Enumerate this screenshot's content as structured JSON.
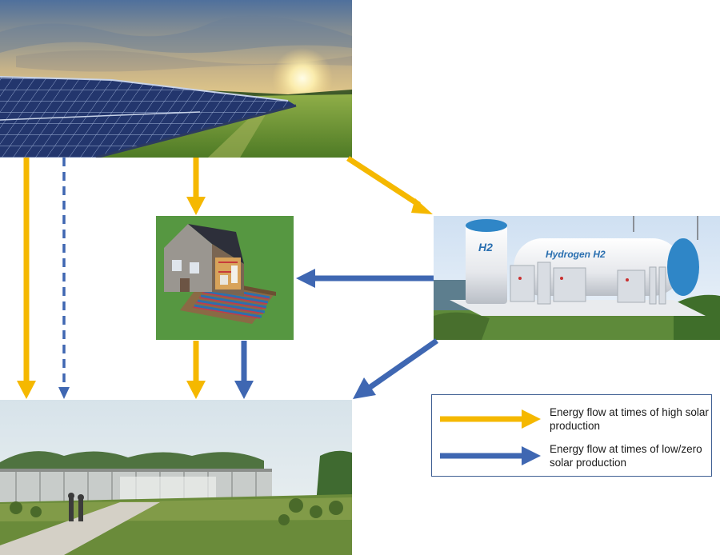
{
  "colors": {
    "high_solar": "#f5b800",
    "low_solar": "#3f67b2",
    "legend_border": "#3f5f93",
    "sky_top": "#5e7ea6",
    "sunset": "#f3cf72",
    "panel_blue": "#22356b",
    "grass": "#6f9a3a",
    "tank": "#f3f4f6",
    "tank_cap": "#2f86c7"
  },
  "panels": {
    "solar": {
      "icon": "solar-panel-field-image"
    },
    "house": {
      "icon": "heat-pump-house-image"
    },
    "hydrogen": {
      "icon": "hydrogen-storage-tanks-image",
      "tank_label_1": "H2",
      "tank_label_2": "Hydrogen  H2"
    },
    "building": {
      "icon": "campus-building-image"
    }
  },
  "legend": {
    "items": [
      {
        "label": "Energy flow at times of high solar production",
        "color": "#f5b800"
      },
      {
        "label": "Energy flow at times of low/zero solar production",
        "color": "#3f67b2"
      }
    ]
  }
}
